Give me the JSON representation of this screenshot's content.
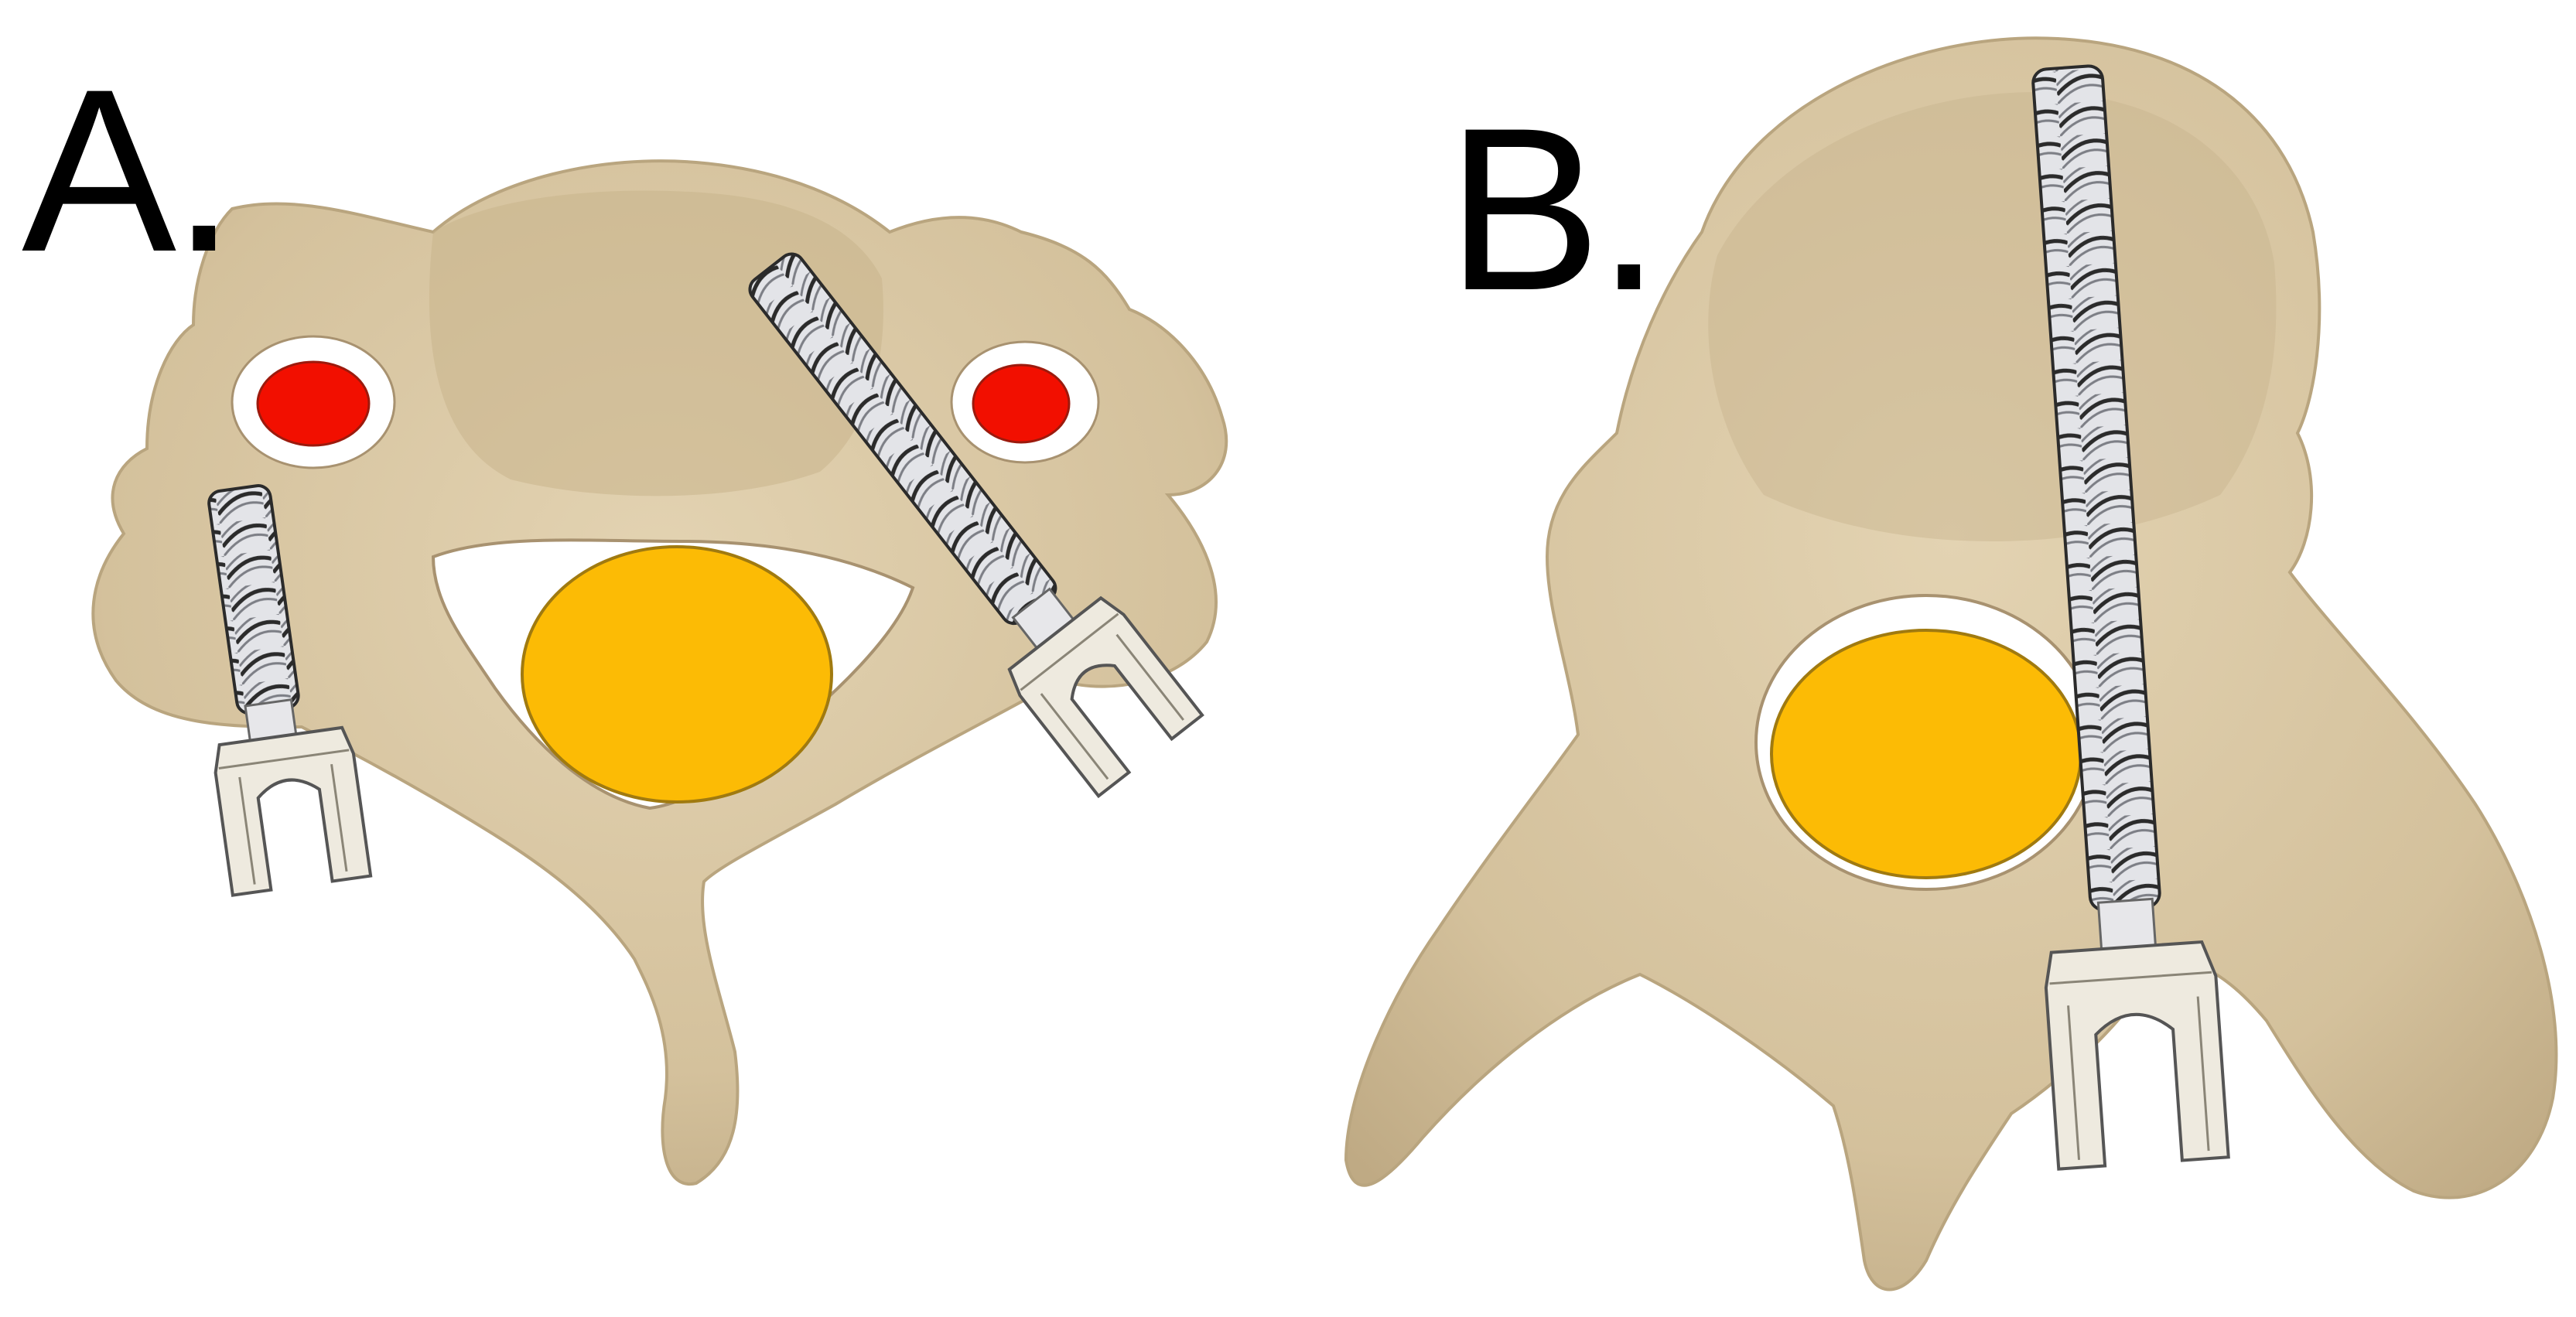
{
  "figure": {
    "panel_a_label": "A.",
    "panel_b_label": "B.",
    "colors": {
      "bone": "#d6c4a1",
      "bone_shadow": "#b9a57f",
      "bone_highlight": "#e6d8bb",
      "spinal_cord": "#fcbb05",
      "spinal_cord_outline": "#a07a10",
      "vertebral_artery": "#f20f00",
      "canal": "#ffffff",
      "screw_shaft": "#e3e4e8",
      "screw_outline": "#2b2b2b",
      "tulip_head": "#eeeadf"
    },
    "panel_a": {
      "structure": "cervical-vertebra",
      "screws": [
        "left-lateral-mass-screw",
        "right-pedicle-screw"
      ],
      "markers": [
        "left-vertebral-artery",
        "right-vertebral-artery",
        "spinal-cord"
      ]
    },
    "panel_b": {
      "structure": "thoracolumbar-vertebra",
      "screws": [
        "right-pedicle-screw"
      ],
      "markers": [
        "spinal-cord"
      ]
    }
  }
}
